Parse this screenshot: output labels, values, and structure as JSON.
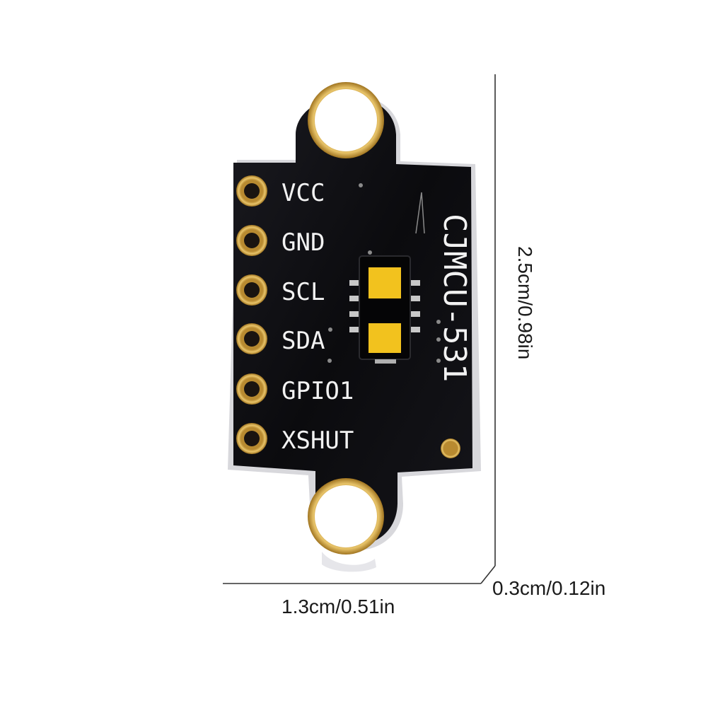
{
  "board": {
    "model": "CJMCU-531",
    "pins": [
      "VCC",
      "GND",
      "SCL",
      "SDA",
      "GPIO1",
      "XSHUT"
    ]
  },
  "dimensions": {
    "width": "1.3cm/0.51in",
    "height": "2.5cm/0.98in",
    "thickness": "0.3cm/0.12in"
  },
  "colors": {
    "pcb": "#0b0b0e",
    "gold": "#d4a84a",
    "sensor_window": "#f2c21e",
    "silkscreen": "#f2f2f2"
  }
}
